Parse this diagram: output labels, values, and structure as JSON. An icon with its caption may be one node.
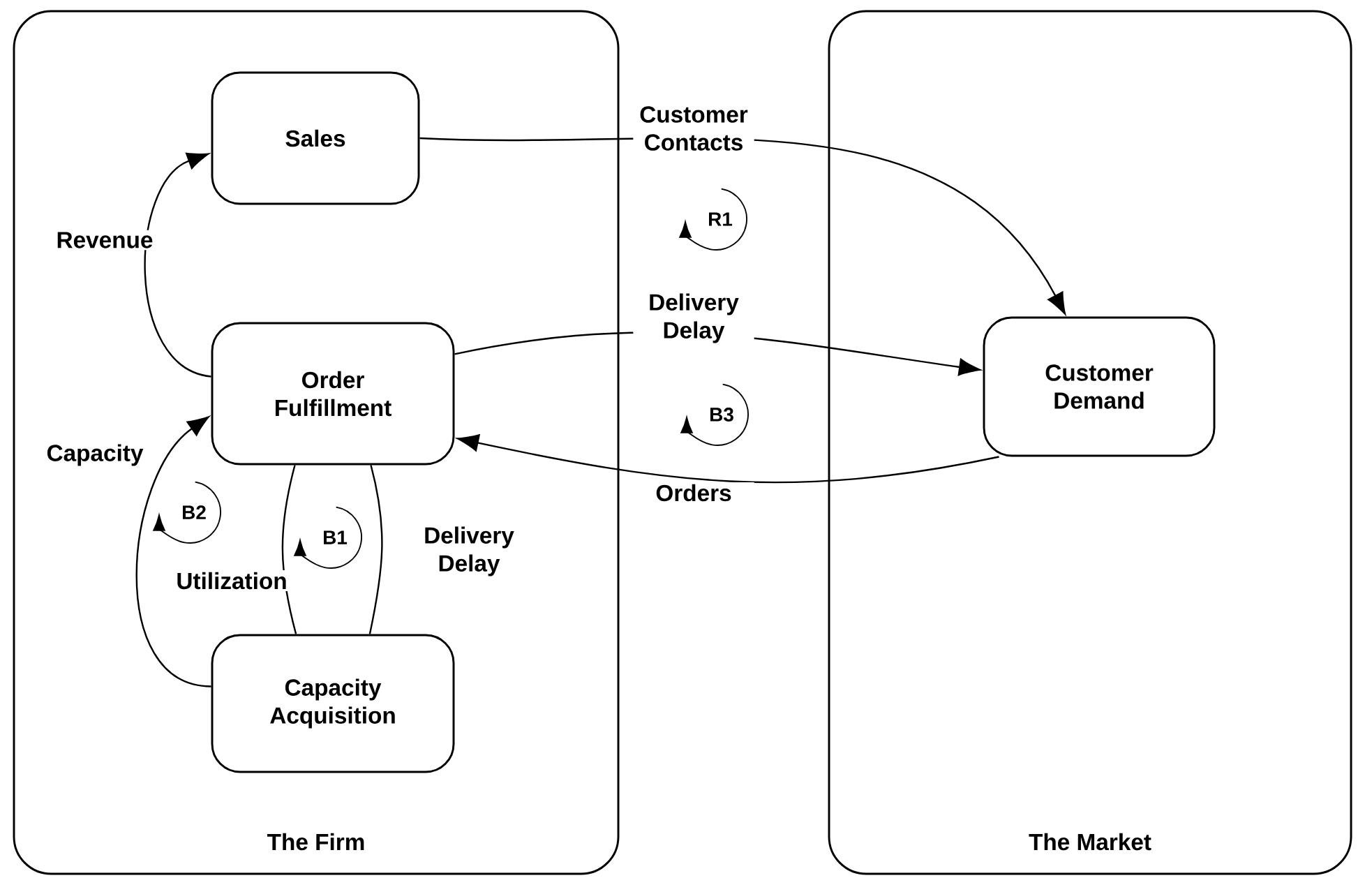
{
  "diagram": {
    "nodes": [
      {
        "text": [
          "The Firm"
        ]
      },
      {
        "text": [
          "Sales"
        ],
        "in": 0
      },
      {
        "text": [
          "Order Fulfillment"
        ],
        "in": 0
      },
      {
        "text": [
          "Capacity Acquisition"
        ],
        "in": 0
      },
      {
        "text": [
          "The Market"
        ]
      },
      {
        "text": [
          "Customer Demand"
        ],
        "in": 4
      }
    ],
    "edges": [
      {
        "from": 1,
        "to": 5,
        "arrow": "to",
        "label": "Customer Contacts"
      },
      {
        "from": 2,
        "to": 5,
        "arrow": "to",
        "label": "Delivery Delay"
      },
      {
        "from": 5,
        "to": 2,
        "arrow": "to",
        "label": "Orders"
      },
      {
        "from": 2,
        "to": 1,
        "arrow": "to",
        "label": "Revenue"
      },
      {
        "from": 3,
        "to": 2,
        "arrow": "to",
        "label": "Capacity"
      },
      {
        "from": 2,
        "to": 3,
        "arrow": "none",
        "label": "Utilization"
      },
      {
        "from": 2,
        "to": 3,
        "arrow": "none",
        "label": "Delivery Delay"
      }
    ],
    "labels": [
      "R1",
      "B3",
      "B2",
      "B1"
    ]
  }
}
